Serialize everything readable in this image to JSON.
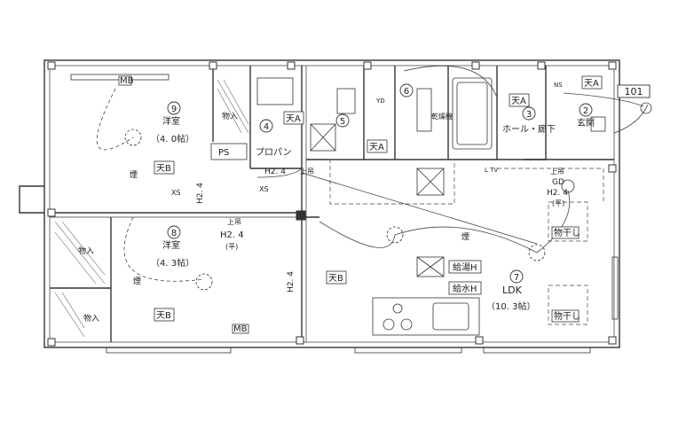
{
  "unit_label": "101",
  "rooms": {
    "yoshitsu1": {
      "number": "9",
      "name": "洋室",
      "area": "（4. 0帖）"
    },
    "yoshitsu2": {
      "number": "8",
      "name": "洋室",
      "height": "H2. 4",
      "ceiling": "(平)",
      "area": "（4. 3帖）"
    },
    "ldk": {
      "number": "7",
      "name": "LDK",
      "area": "（10. 3帖）"
    },
    "hall": {
      "number": "3",
      "name": "ホール・廊下"
    },
    "genkan": {
      "number": "2",
      "name": "玄関"
    },
    "toilet": {
      "number": "4"
    },
    "senmen": {
      "number": "5"
    },
    "bath": {
      "number": "6"
    }
  },
  "labels": {
    "monoire1": "物入",
    "monoire2": "物入",
    "monoire3": "物入",
    "ps": "PS",
    "propane": "プロパン",
    "tenB1": "天B",
    "tenB2": "天B",
    "tenB3": "天B",
    "tenA1": "天A",
    "tenA2": "天A",
    "tenA3": "天A",
    "tenA4": "天A",
    "mb1": "MB",
    "mb2": "MB",
    "kyutoh": "給湯H",
    "kyusui": "給水H",
    "monohoshi1": "物干し",
    "monohoshi2": "物干し",
    "gd": "GD",
    "h24_hall": "H2. 4",
    "flat_hall": "(平)",
    "h24_left": "H2. 4",
    "h24_ldk": "H2. 4",
    "h24_mid": "H2. 4",
    "joshaku1": "上吊",
    "joshaku2": "上吊",
    "joshaku3": "上吊",
    "ltv": "L TV",
    "ns": "NS",
    "yd": "YD",
    "kansou": "乾燥機",
    "smoke1": "煙",
    "smoke2": "煙",
    "smoke3": "煙",
    "xs1": "XS",
    "xs2": "XS"
  },
  "colors": {
    "line": "#333333",
    "light": "#888888",
    "fill_gray": "#d8d8d8"
  }
}
